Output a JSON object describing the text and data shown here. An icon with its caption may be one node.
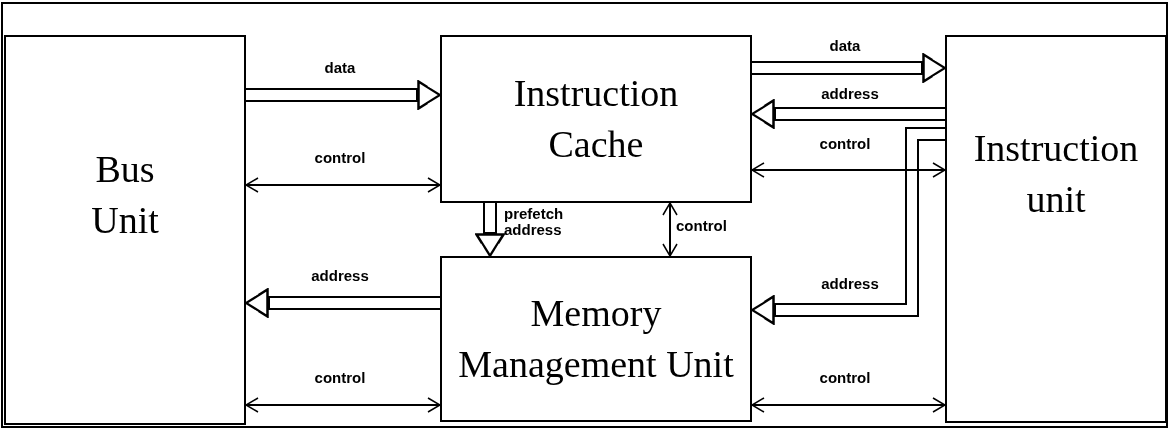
{
  "diagram": {
    "nodes": [
      {
        "text": [
          "Bus Unit"
        ]
      },
      {
        "text": [
          "Instruction Cache"
        ]
      },
      {
        "text": [
          "Memory Management Unit"
        ]
      },
      {
        "text": [
          "Instruction unit"
        ]
      }
    ],
    "edges": [
      {
        "from": 0,
        "to": 1,
        "arrow": "to",
        "label": "data"
      },
      {
        "from": 0,
        "to": 1,
        "arrow": "both",
        "label": "control"
      },
      {
        "from": 1,
        "to": 2,
        "arrow": "to",
        "label": "prefetch address"
      },
      {
        "from": 1,
        "to": 2,
        "arrow": "both",
        "label": "control"
      },
      {
        "from": 2,
        "to": 0,
        "arrow": "to",
        "label": "address"
      },
      {
        "from": 0,
        "to": 2,
        "arrow": "both",
        "label": "control"
      },
      {
        "from": 1,
        "to": 3,
        "arrow": "to",
        "label": "data"
      },
      {
        "from": 3,
        "to": 1,
        "arrow": "to",
        "label": "address"
      },
      {
        "from": 3,
        "to": 2,
        "arrow": "to",
        "label": "address"
      },
      {
        "from": 1,
        "to": 3,
        "arrow": "both",
        "label": "control"
      },
      {
        "from": 2,
        "to": 3,
        "arrow": "both",
        "label": "control"
      }
    ]
  }
}
